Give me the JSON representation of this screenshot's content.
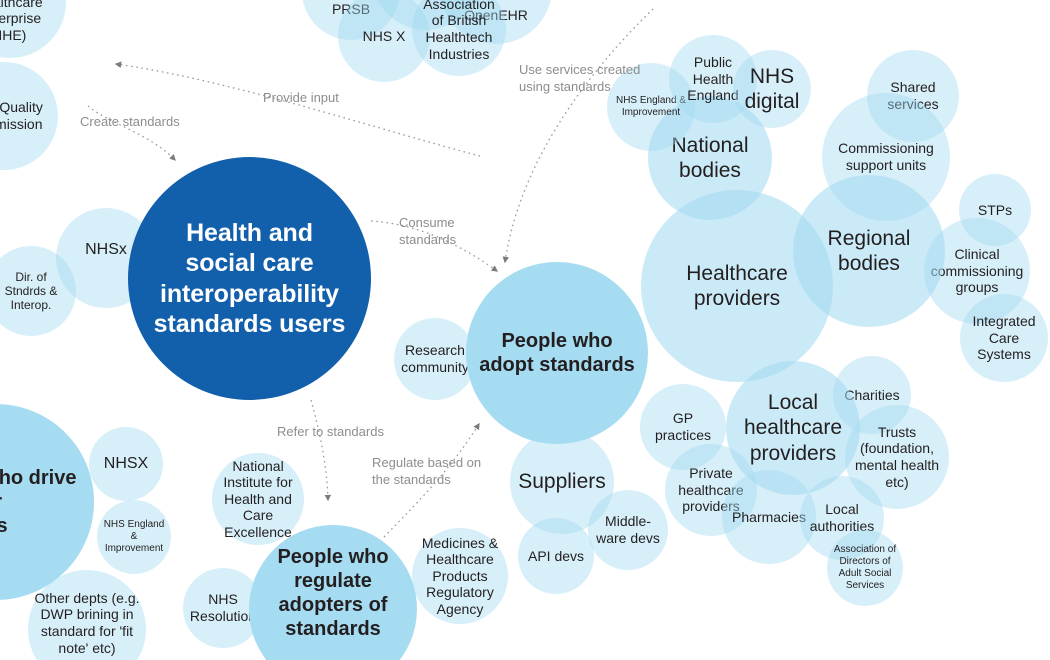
{
  "diagram": {
    "title": "Health and social care interoperability standards users",
    "type": "bubble-relationship-map",
    "colors": {
      "hub": "#1260ac",
      "bubble_light": "#ddf2fb",
      "bubble_mid": "#bfe6f7",
      "bubble_core": "#a5dcf1",
      "text": "#231f20",
      "edge": "#9a9a9a",
      "edge_label": "#8d8d8d",
      "background": "#ffffff"
    }
  },
  "hub": {
    "label": "Health and\nsocial care\ninteroperability\nstandards users"
  },
  "clusters": {
    "create_standards": {
      "members": [
        {
          "id": "ihe",
          "label": "Integrating\nthe\nhealthcare\nenterprise\n(IHE)"
        },
        {
          "id": "care-quality-commission",
          "label": "Care Quality\nCommission"
        },
        {
          "id": "prsb",
          "label": "PRSB"
        },
        {
          "id": "nhs-x",
          "label": "NHS X"
        },
        {
          "id": "openehr",
          "label": "OpenEHR"
        },
        {
          "id": "abhi",
          "label": "Association\nof British\nHealthtech\nIndustries"
        },
        {
          "id": "nhsx-left",
          "label": "NHSx"
        },
        {
          "id": "dir-standards-interop",
          "label": "Dir. of\nStndrds &\nInterop."
        }
      ]
    },
    "adopt_standards": {
      "label": "People who\nadopt standards",
      "members": [
        {
          "id": "research-community",
          "label": "Research\ncommunity"
        },
        {
          "id": "national-bodies",
          "label": "National\nbodies"
        },
        {
          "id": "nhs-england-improvement-top",
          "label": "NHS England &\nImprovement"
        },
        {
          "id": "public-health-england",
          "label": "Public\nHealth\nEngland"
        },
        {
          "id": "nhs-digital",
          "label": "NHS\ndigital"
        },
        {
          "id": "regional-bodies",
          "label": "Regional\nbodies"
        },
        {
          "id": "shared-services",
          "label": "Shared\nservices"
        },
        {
          "id": "commissioning-support-units",
          "label": "Commissioning\nsupport units"
        },
        {
          "id": "stps",
          "label": "STPs"
        },
        {
          "id": "clinical-commissioning-groups",
          "label": "Clinical\ncommissioning\ngroups"
        },
        {
          "id": "integrated-care-systems",
          "label": "Integrated\nCare\nSystems"
        },
        {
          "id": "healthcare-providers",
          "label": "Healthcare\nproviders"
        },
        {
          "id": "local-healthcare-providers",
          "label": "Local\nhealthcare\nproviders"
        },
        {
          "id": "gp-practices",
          "label": "GP\npractices"
        },
        {
          "id": "private-healthcare-providers",
          "label": "Private\nhealthcare\nproviders"
        },
        {
          "id": "pharmacies",
          "label": "Pharmacies"
        },
        {
          "id": "charities",
          "label": "Charities"
        },
        {
          "id": "trusts",
          "label": "Trusts\n(foundation,\nmental health\netc)"
        },
        {
          "id": "local-authorities",
          "label": "Local\nauthorities"
        },
        {
          "id": "adass",
          "label": "Association of\nDirectors of\nAdult Social\nServices"
        },
        {
          "id": "suppliers",
          "label": "Suppliers"
        },
        {
          "id": "api-devs",
          "label": "API devs"
        },
        {
          "id": "middleware-devs",
          "label": "Middle-\nware devs"
        }
      ]
    },
    "drive_policy": {
      "label": "People who drive\npolicy for\nstandards",
      "members": [
        {
          "id": "nhsx-policy",
          "label": "NHSX"
        },
        {
          "id": "nhs-england-improvement-policy",
          "label": "NHS England\n&\nImprovement"
        },
        {
          "id": "other-depts",
          "label": "Other depts (e.g.\nDWP brining in\nstandard for 'fit\nnote' etc)"
        }
      ]
    },
    "regulate_adopters": {
      "label": "People who\nregulate\nadopters of\nstandards",
      "members": [
        {
          "id": "nice",
          "label": "National\nInstitute for\nHealth and\nCare\nExcellence"
        },
        {
          "id": "nhs-resolution",
          "label": "NHS\nResolution"
        },
        {
          "id": "mhra",
          "label": "Medicines &\nHealthcare\nProducts\nRegulatory\nAgency"
        }
      ]
    }
  },
  "edges": [
    {
      "id": "create-standards",
      "label": "Create standards"
    },
    {
      "id": "provide-input",
      "label": "Provide input"
    },
    {
      "id": "use-services-created-using-standards",
      "label": "Use services created\nusing standards"
    },
    {
      "id": "consume-standards",
      "label": "Consume\nstandards"
    },
    {
      "id": "refer-to-standards",
      "label": "Refer to standards"
    },
    {
      "id": "regulate-based-on-the-standards",
      "label": "Regulate based on\nthe standards"
    }
  ]
}
